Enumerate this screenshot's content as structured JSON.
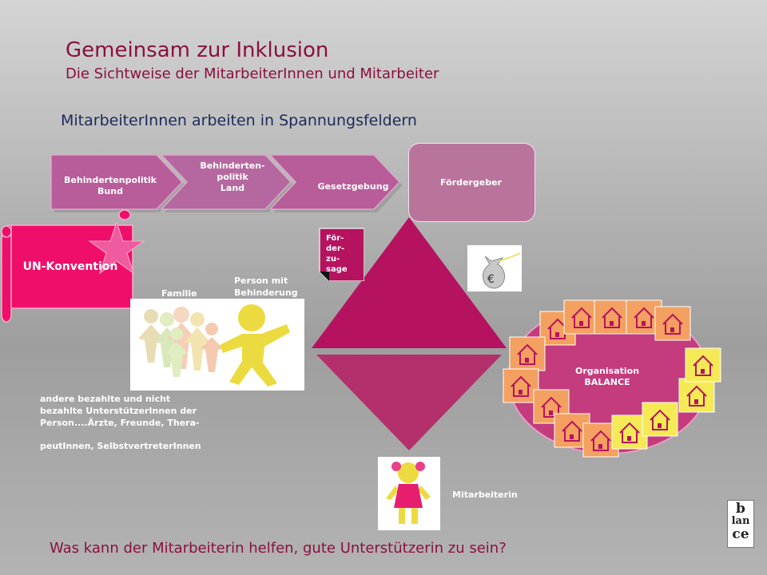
{
  "header": {
    "title": "Gemeinsam zur Inklusion",
    "subtitle": "Die Sichtweise der MitarbeiterInnen und Mitarbeiter",
    "heading": "MitarbeiterInnen arbeiten in Spannungsfeldern"
  },
  "chevrons": {
    "first": [
      "Behindertenpolitik",
      "Bund"
    ],
    "second": [
      "Behinderten-",
      "politik",
      "Land"
    ],
    "third": "Gesetzgebung"
  },
  "foerdergeber": "Fördergeber",
  "un": "UN-Konvention",
  "note": [
    "För-",
    "der-",
    "zu-",
    "sage"
  ],
  "money_symbol": "€",
  "labels": {
    "familie": "Familie",
    "person": [
      "Person mit",
      "Behinderung"
    ],
    "mitarbeiterin": "Mitarbeiterin",
    "org": [
      "Organisation",
      "BALANCE"
    ]
  },
  "support_text": {
    "line1": "andere bezahlte und nicht",
    "line2": "bezahlte UnterstützerInnen der",
    "line3": "Person....Ärzte, Freunde, Thera-",
    "line4": "peutInnen, SelbstvertreterInnen"
  },
  "question": "Was kann der Mitarbeiterin helfen, gute Unterstützerin zu sein?",
  "logo": [
    "b",
    "lan",
    "ce"
  ],
  "colors": {
    "magenta": "#b5135f",
    "chevron": "#b85d99",
    "un_pink": "#ef0f6a",
    "house_orange": "#f4a060",
    "house_yellow": "#f5ea55"
  }
}
